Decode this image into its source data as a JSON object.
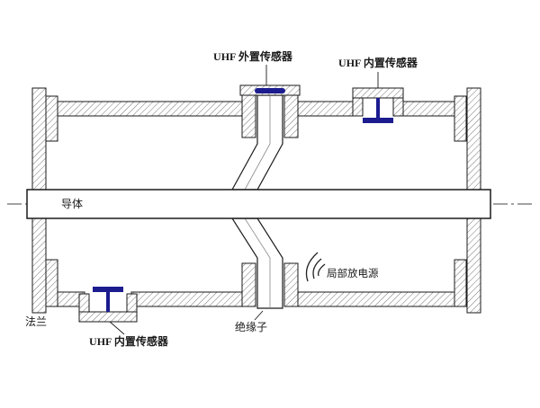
{
  "diagram": {
    "labels": {
      "external_sensor": "UHF 外置传感器",
      "internal_sensor_top": "UHF 内置传感器",
      "internal_sensor_bottom": "UHF 内置传感器",
      "conductor": "导体",
      "pd_source": "局部放电源",
      "flange": "法兰",
      "insulator": "绝缘子"
    },
    "colors": {
      "sensor": "#1c1c8f",
      "outline": "#1a1a1a",
      "hatch": "#666666",
      "background": "#ffffff"
    }
  }
}
